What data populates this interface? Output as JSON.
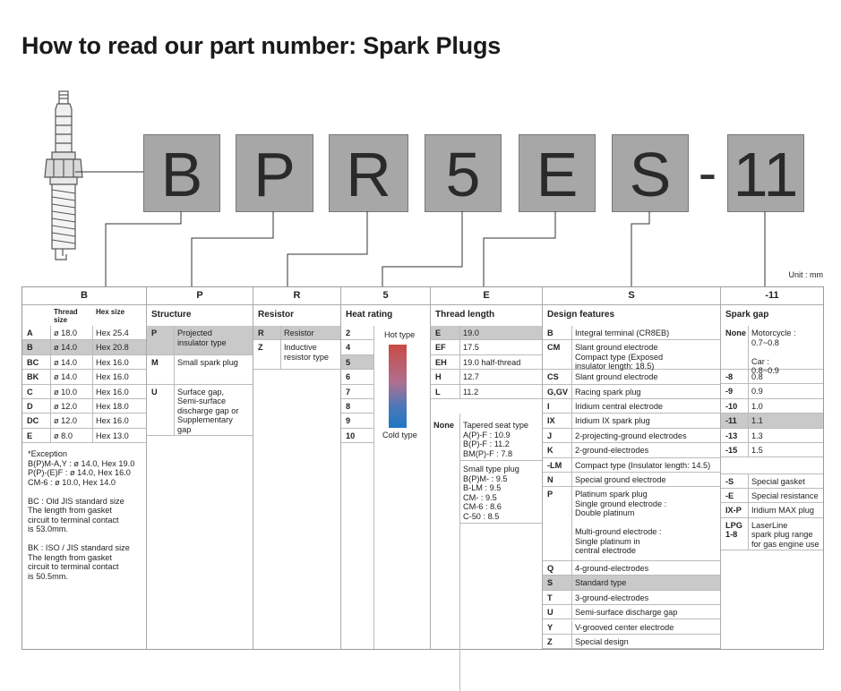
{
  "title": "How to read our part number: Spark Plugs",
  "code": [
    "B",
    "P",
    "R",
    "5",
    "E",
    "S",
    "11"
  ],
  "code_separator": "-",
  "unit_label": "Unit : mm",
  "columns": {
    "B": {
      "header": "B",
      "sub_thread": "Thread size",
      "sub_hex": "Hex size",
      "rows": [
        {
          "code": "A",
          "thread": "ø 18.0",
          "hex": "Hex 25.4",
          "hl": false
        },
        {
          "code": "B",
          "thread": "ø 14.0",
          "hex": "Hex 20.8",
          "hl": true
        },
        {
          "code": "BC",
          "thread": "ø 14.0",
          "hex": "Hex 16.0",
          "hl": false
        },
        {
          "code": "BK",
          "thread": "ø 14.0",
          "hex": "Hex 16.0",
          "hl": false
        },
        {
          "code": "C",
          "thread": "ø 10.0",
          "hex": "Hex 16.0",
          "hl": false
        },
        {
          "code": "D",
          "thread": "ø 12.0",
          "hex": "Hex 18.0",
          "hl": false
        },
        {
          "code": "DC",
          "thread": "ø 12.0",
          "hex": "Hex 16.0",
          "hl": false
        },
        {
          "code": "E",
          "thread": "ø 8.0",
          "hex": "Hex 13.0",
          "hl": false
        }
      ],
      "notes": [
        "*Exception",
        "B(P)M-A,Y : ø 14.0, Hex 19.0",
        "P(P)-(E)F : ø 14.0, Hex 16.0",
        "CM-6 : ø 10.0, Hex 14.0",
        "",
        "BC : Old JIS standard size",
        "       The length from gasket",
        "       circuit to terminal contact",
        "       is 53.0mm.",
        "",
        "BK : ISO / JIS standard size",
        "       The length from gasket",
        "       circuit to terminal contact",
        "       is 50.5mm."
      ]
    },
    "P": {
      "header": "P",
      "subtitle": "Structure",
      "rows": [
        {
          "code": "P",
          "desc": [
            "Projected",
            "insulator type"
          ],
          "hl": true
        },
        {
          "code": "M",
          "desc": [
            "Small spark plug"
          ],
          "hl": false
        },
        {
          "code": "U",
          "desc": [
            "Surface gap,",
            "Semi-surface",
            "discharge gap or",
            "Supplementary",
            "gap"
          ],
          "hl": false
        }
      ]
    },
    "R": {
      "header": "R",
      "subtitle": "Resistor",
      "rows": [
        {
          "code": "R",
          "desc": [
            "Resistor"
          ],
          "hl": true
        },
        {
          "code": "Z",
          "desc": [
            "Inductive",
            "resistor type"
          ],
          "hl": false
        }
      ]
    },
    "5": {
      "header": "5",
      "subtitle": "Heat rating",
      "rows": [
        "2",
        "4",
        "5",
        "6",
        "7",
        "8",
        "9",
        "10"
      ],
      "highlight": "5",
      "hot_label": "Hot type",
      "cold_label": "Cold type"
    },
    "E": {
      "header": "E",
      "subtitle": "Thread length",
      "rows": [
        {
          "code": "E",
          "desc": "19.0",
          "hl": true
        },
        {
          "code": "EF",
          "desc": "17.5",
          "hl": false
        },
        {
          "code": "EH",
          "desc": "19.0 half-thread",
          "hl": false
        },
        {
          "code": "H",
          "desc": "12.7",
          "hl": false
        },
        {
          "code": "L",
          "desc": "11.2",
          "hl": false
        }
      ],
      "none_code": "None",
      "none_lines": [
        "Tapered seat type",
        "A(P)-F : 10.9",
        "B(P)-F : 11.2",
        "BM(P)-F : 7.8"
      ],
      "small_lines": [
        "Small type plug",
        "B(P)M- : 9.5",
        "B-LM : 9.5",
        "CM- : 9.5",
        "CM-6 : 8.6",
        "C-50 : 8.5"
      ]
    },
    "S": {
      "header": "S",
      "subtitle": "Design features",
      "rows": [
        {
          "code": "B",
          "desc": [
            "Integral terminal (CR8EB)"
          ],
          "hl": false
        },
        {
          "code": "CM",
          "desc": [
            "Slant ground electrode",
            "Compact type (Exposed",
            "insulator length: 18.5)"
          ],
          "hl": false
        },
        {
          "code": "CS",
          "desc": [
            "Slant ground electrode"
          ],
          "hl": false
        },
        {
          "code": "G,GV",
          "desc": [
            "Racing spark plug"
          ],
          "hl": false
        },
        {
          "code": "I",
          "desc": [
            "Iridium central electrode"
          ],
          "hl": false
        },
        {
          "code": "IX",
          "desc": [
            "Iridium IX spark plug"
          ],
          "hl": false
        },
        {
          "code": "J",
          "desc": [
            "2-projecting-ground electrodes"
          ],
          "hl": false
        },
        {
          "code": "K",
          "desc": [
            "2-ground-electrodes"
          ],
          "hl": false
        },
        {
          "code": "-LM",
          "desc": [
            "Compact type (Insulator length: 14.5)"
          ],
          "hl": false
        },
        {
          "code": "N",
          "desc": [
            "Special ground electrode"
          ],
          "hl": false
        },
        {
          "code": "P",
          "desc": [
            "Platinum spark plug",
            "      Single ground electrode :",
            "      Double platinum",
            "",
            "      Multi-ground electrode :",
            "      Single platinum in",
            "      central electrode"
          ],
          "hl": false
        },
        {
          "code": "Q",
          "desc": [
            "4-ground-electrodes"
          ],
          "hl": false
        },
        {
          "code": "S",
          "desc": [
            "Standard type"
          ],
          "hl": true
        },
        {
          "code": "T",
          "desc": [
            "3-ground-electrodes"
          ],
          "hl": false
        },
        {
          "code": "U",
          "desc": [
            "Semi-surface discharge gap"
          ],
          "hl": false
        },
        {
          "code": "Y",
          "desc": [
            "V-grooved center electrode"
          ],
          "hl": false
        },
        {
          "code": "Z",
          "desc": [
            "Special design"
          ],
          "hl": false
        }
      ]
    },
    "G": {
      "header": "-11",
      "subtitle": "Spark gap",
      "rows": [
        {
          "code": "None",
          "desc": [
            "Motorcycle :",
            "0.7~0.8",
            "",
            "Car :",
            "0.8~0.9"
          ],
          "hl": false
        },
        {
          "code": "-8",
          "desc": [
            "0.8"
          ],
          "hl": false
        },
        {
          "code": "-9",
          "desc": [
            "0.9"
          ],
          "hl": false
        },
        {
          "code": "-10",
          "desc": [
            "1.0"
          ],
          "hl": false
        },
        {
          "code": "-11",
          "desc": [
            "1.1"
          ],
          "hl": true
        },
        {
          "code": "-13",
          "desc": [
            "1.3"
          ],
          "hl": false
        },
        {
          "code": "-15",
          "desc": [
            "1.5"
          ],
          "hl": false
        }
      ],
      "extra": [
        {
          "code": "-S",
          "desc": [
            "Special gasket"
          ]
        },
        {
          "code": "-E",
          "desc": [
            "Special resistance"
          ]
        },
        {
          "code": "IX-P",
          "desc": [
            "Iridium MAX plug"
          ]
        },
        {
          "code": "LPG 1-8",
          "desc": [
            "LaserLine",
            "spark plug range",
            "for gas engine use"
          ]
        }
      ]
    }
  }
}
